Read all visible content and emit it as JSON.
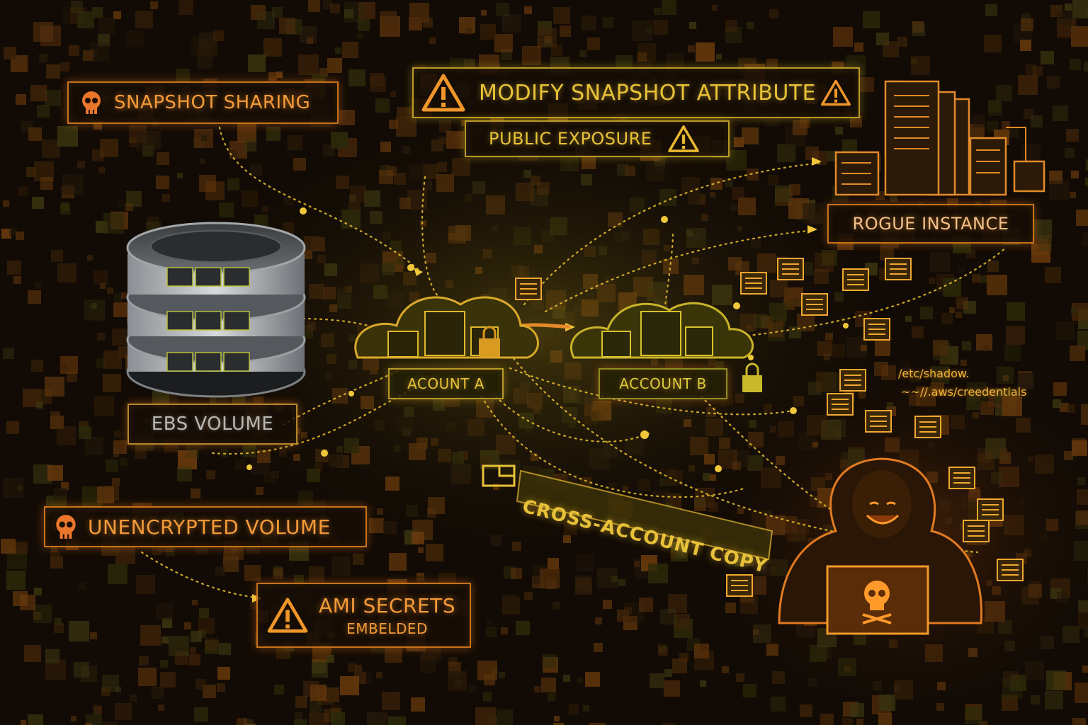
{
  "labels": {
    "snapshot_sharing": "SNAPSHOT SHARING",
    "modify_snapshot": "MODIFY SNAPSHOT ATTRIBUTE",
    "public_exposure": "PUBLIC EXPOSURE",
    "rogue_instance": "ROGUE INSTANCE",
    "ebs_volume": "EBS VOLUME",
    "account_a": "ACOUNT A",
    "account_b": "ACCOUNT B",
    "unencrypted_volume": "UNENCRYPTED VOLUME",
    "ami_secrets": "AMI SECRETS",
    "ami_embedded": "EMBELDED",
    "cross_account_copy": "CROSS-ACCOUNT COPY"
  },
  "paths": {
    "line1": "/etc/shadow.",
    "line2": "~~//.aws/creedentials"
  },
  "colors": {
    "orange": "#f39a3a",
    "yellow": "#e8c238",
    "background": "#120b05"
  },
  "icons": [
    "skull-icon",
    "warning-icon",
    "database-icon",
    "cloud-icon",
    "lock-icon",
    "server-rack-icon",
    "document-icon",
    "hacker-icon",
    "laptop-icon"
  ]
}
